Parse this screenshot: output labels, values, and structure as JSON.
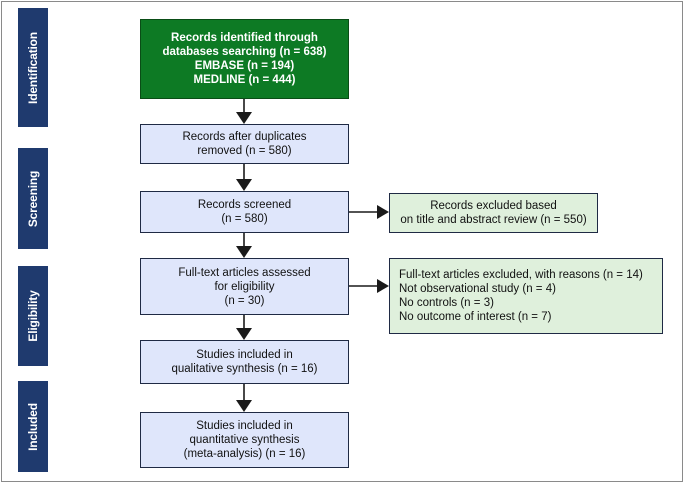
{
  "stages": {
    "identification": "Identification",
    "screening": "Screening",
    "eligibility": "Eligibility",
    "included": "Included"
  },
  "boxes": {
    "identified": "Records identified through\ndatabases searching (n = 638)\nEMBASE (n = 194)\nMEDLINE (n = 444)",
    "after_duplicates": "Records after duplicates\nremoved (n = 580)",
    "screened": "Records screened\n(n = 580)",
    "excluded_title_abstract": "Records excluded based\non title and abstract review (n = 550)",
    "fulltext_assessed": "Full-text articles assessed\nfor eligibility\n(n = 30)",
    "fulltext_excluded": "Full-text articles excluded, with reasons (n = 14)\nNot observational study (n = 4)\nNo controls (n = 3)\nNo outcome of interest (n = 7)",
    "qualitative": "Studies included in\nqualitative synthesis (n = 16)",
    "quantitative": "Studies included in\nquantitative synthesis\n(meta-analysis) (n = 16)"
  },
  "colors": {
    "stage_bar": "#1f3a6e",
    "main_box": "#dfe6fb",
    "identified_box": "#0d7a24",
    "excluded_box": "#dff0dc",
    "arrow": "#1a1a1a"
  }
}
